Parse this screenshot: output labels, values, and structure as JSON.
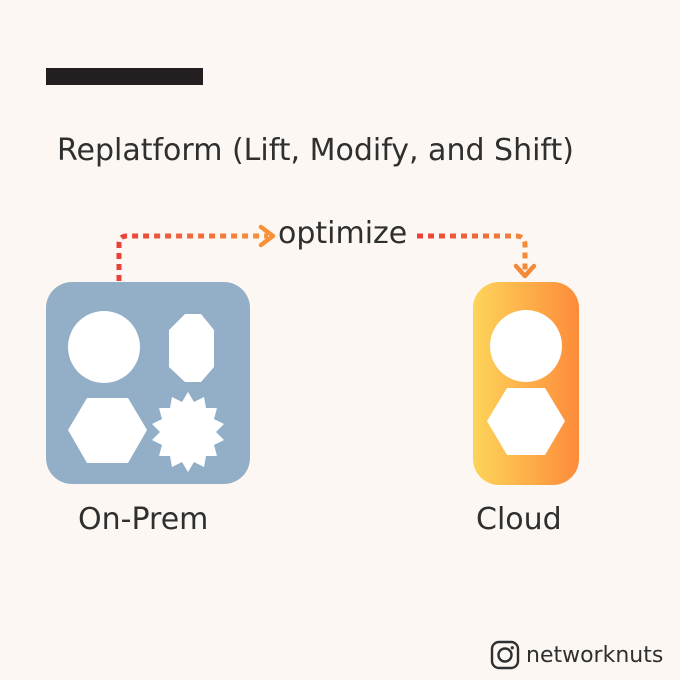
{
  "title": "Replatform (Lift, Modify, and Shift)",
  "arrow": {
    "label": "optimize"
  },
  "nodes": {
    "on_prem": {
      "label": "On-Prem"
    },
    "cloud": {
      "label": "Cloud"
    }
  },
  "credit": {
    "handle": "networknuts",
    "icon": "instagram-icon"
  },
  "colors": {
    "background": "#fcf7f2",
    "on_prem_box": "#93afc8",
    "cloud_gradient_start": "#fdd55a",
    "cloud_gradient_end": "#fd8b3a",
    "arrow_red": "#e8413a",
    "arrow_orange": "#f7923a",
    "bar": "#231f20"
  }
}
